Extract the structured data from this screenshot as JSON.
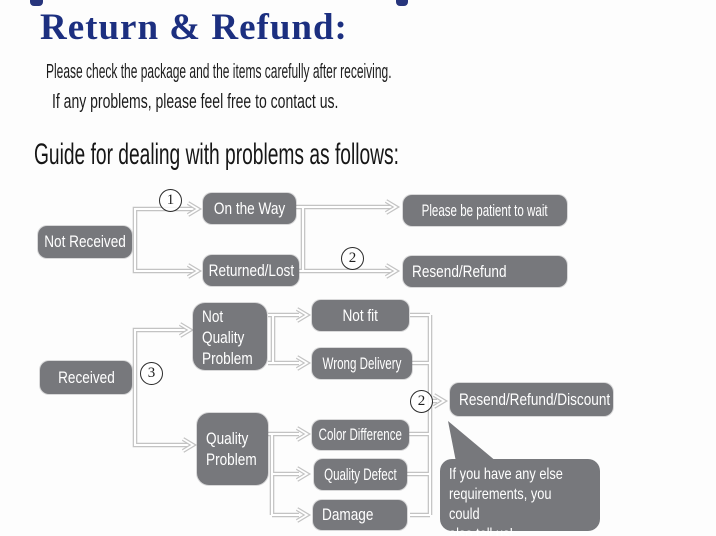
{
  "header": {
    "title": "Return & Refund:",
    "intro_line1": "Please check the package and the items carefully after receiving.",
    "intro_line2": "If any problems, please feel free to contact us.",
    "guide_heading": "Guide for dealing with problems as follows:"
  },
  "colors": {
    "title_blue": "#1c2f80",
    "node_gray": "#77787c",
    "connector_gray": "#c3c3c3",
    "body_text": "#1b1b1b"
  },
  "flow": {
    "nodes": {
      "not_received": "Not Received",
      "on_the_way": "On the Way",
      "returned_lost": "Returned/Lost",
      "please_wait": "Please be patient to wait",
      "resend_refund": "Resend/Refund",
      "received": "Received",
      "not_quality_problem": "Not Quality Problem",
      "not_fit": "Not fit",
      "wrong_delivery": "Wrong Delivery",
      "quality_problem": "Quality Problem",
      "color_difference": "Color Difference",
      "quality_defect": "Quality Defect",
      "damage": "Damage",
      "resend_refund_discount": "Resend/Refund/Discount"
    },
    "step_markers": {
      "step1": "1",
      "step2_top": "2",
      "step3": "3",
      "step2_bottom": "2"
    },
    "note_bubble": "If you have any else\nrequirements, you could\nalso tell us!"
  }
}
